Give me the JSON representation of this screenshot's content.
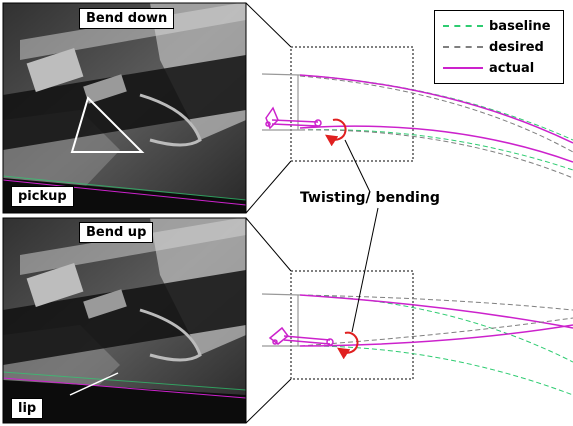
{
  "top_panel": {
    "label": "Bend down",
    "callout": "pickup"
  },
  "bottom_panel": {
    "label": "Bend up",
    "callout": "lip"
  },
  "annotation": "Twisting/ bending",
  "legend": {
    "items": [
      {
        "label": "baseline",
        "color": "#2ecc71",
        "style": "dashed"
      },
      {
        "label": "desired",
        "color": "#7f7f7f",
        "style": "dashed"
      },
      {
        "label": "actual",
        "color": "#cc22cc",
        "style": "solid"
      }
    ]
  },
  "colors": {
    "baseline": "#2ecc71",
    "desired": "#7f7f7f",
    "actual": "#cc22cc",
    "twist_arrow": "#e02020"
  }
}
